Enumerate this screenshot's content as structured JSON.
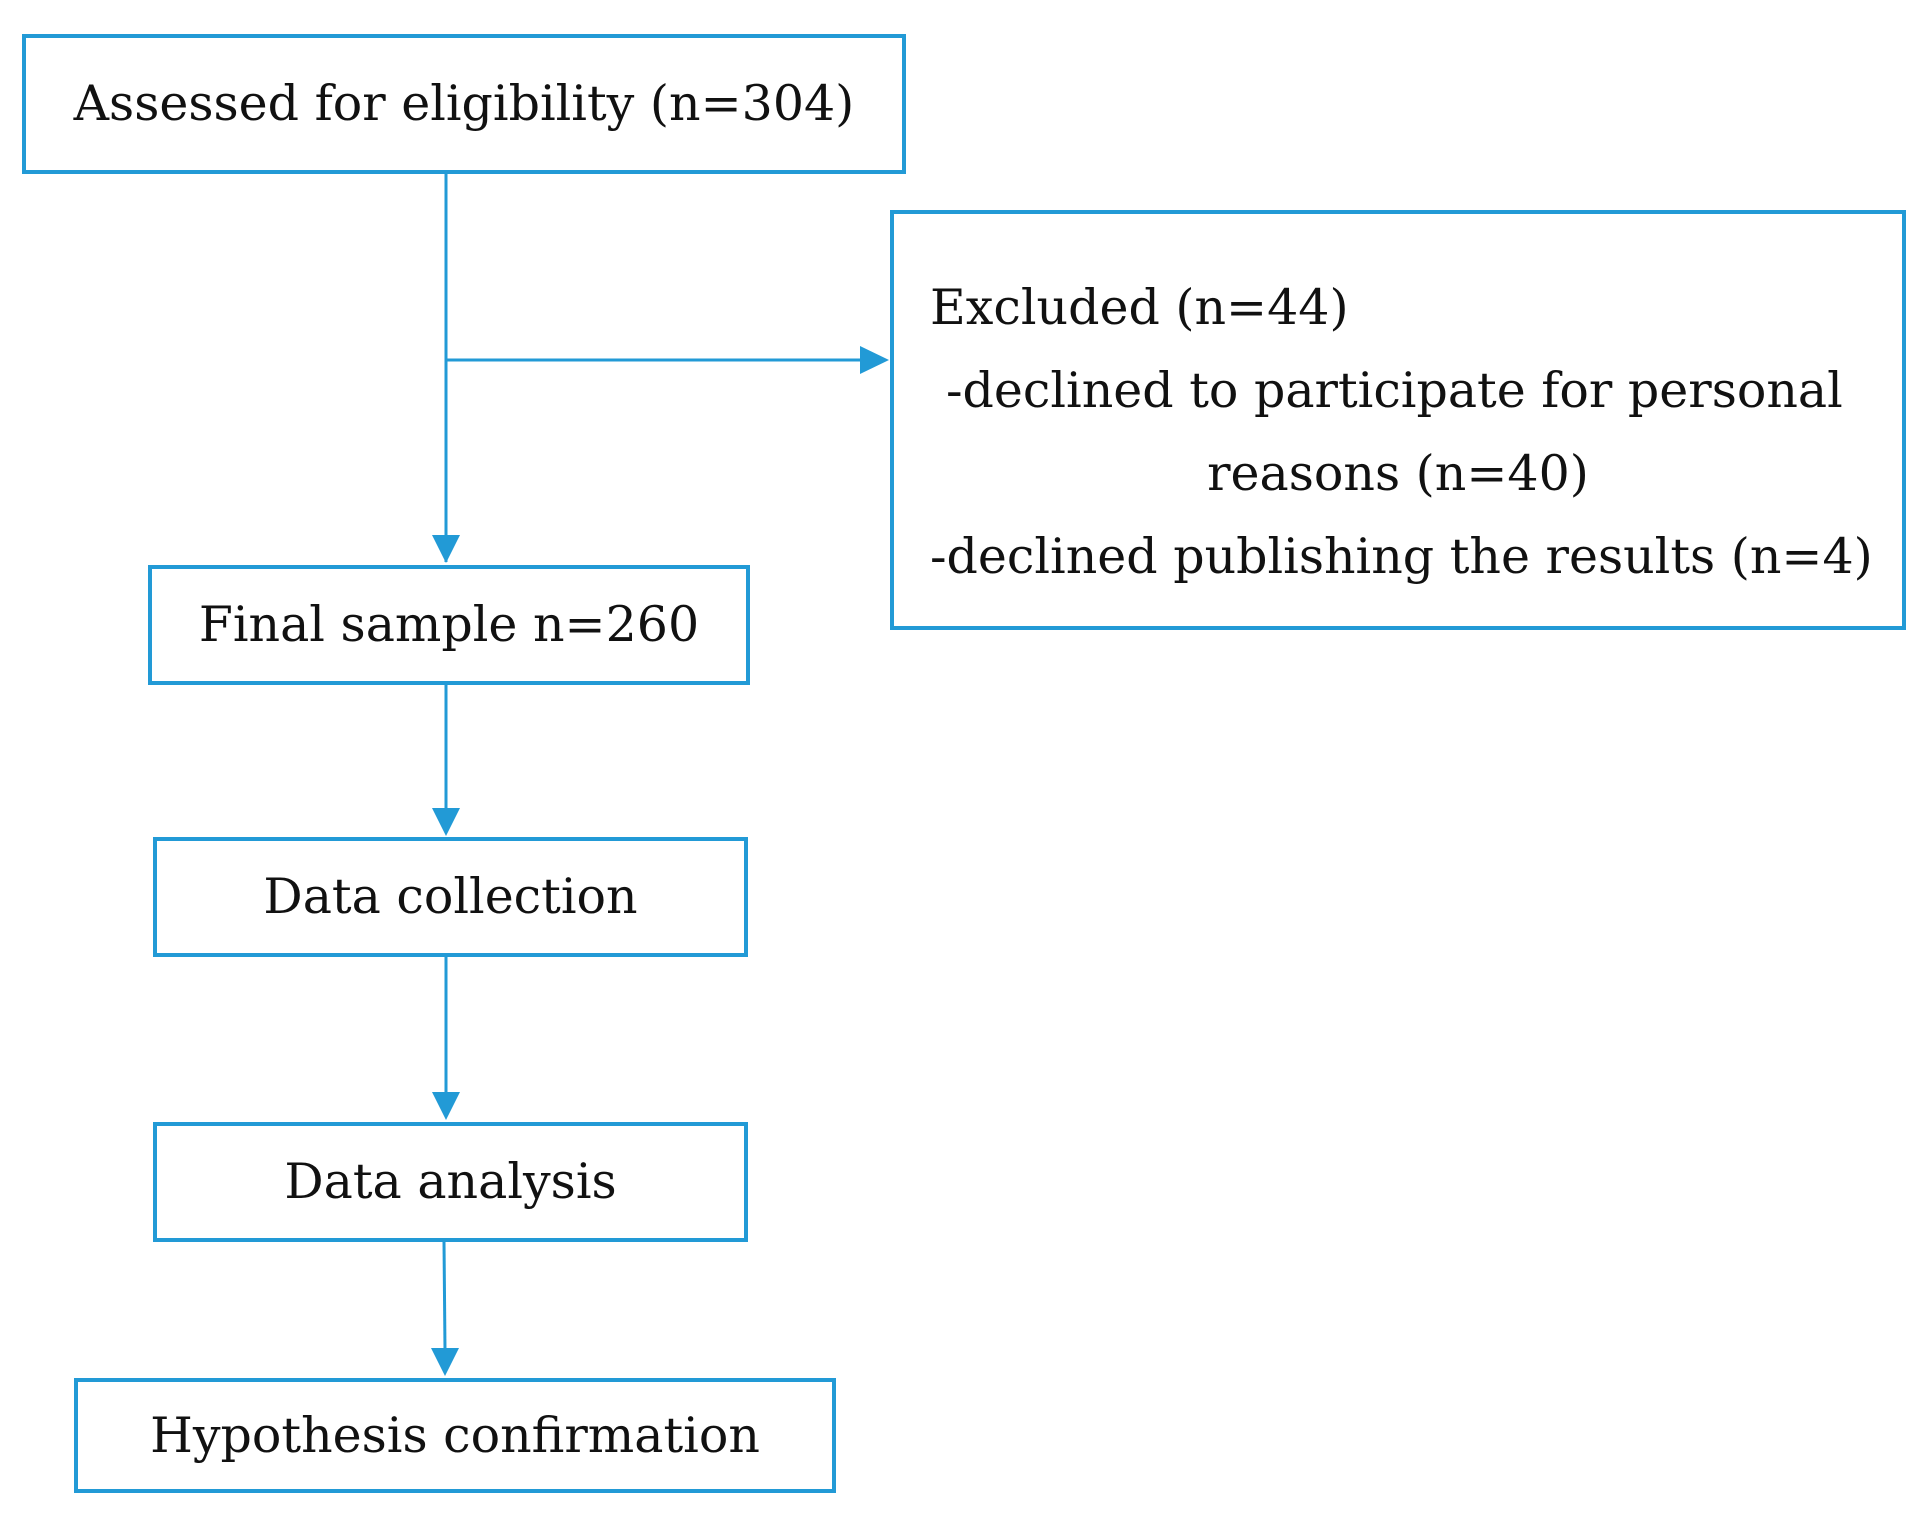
{
  "colors": {
    "box_border": "#229ad6",
    "arrow": "#229ad6",
    "text": "#111111"
  },
  "flowchart": {
    "assessed": "Assessed for eligibility (n=304)",
    "excluded": {
      "title": "Excluded (n=44)",
      "reason1_line1": "-declined to participate for personal",
      "reason1_line2": "reasons (n=40)",
      "reason2": "-declined publishing the results (n=4)"
    },
    "final_sample": "Final sample n=260",
    "data_collection": "Data collection",
    "data_analysis": "Data analysis",
    "hypothesis": "Hypothesis confirmation"
  }
}
